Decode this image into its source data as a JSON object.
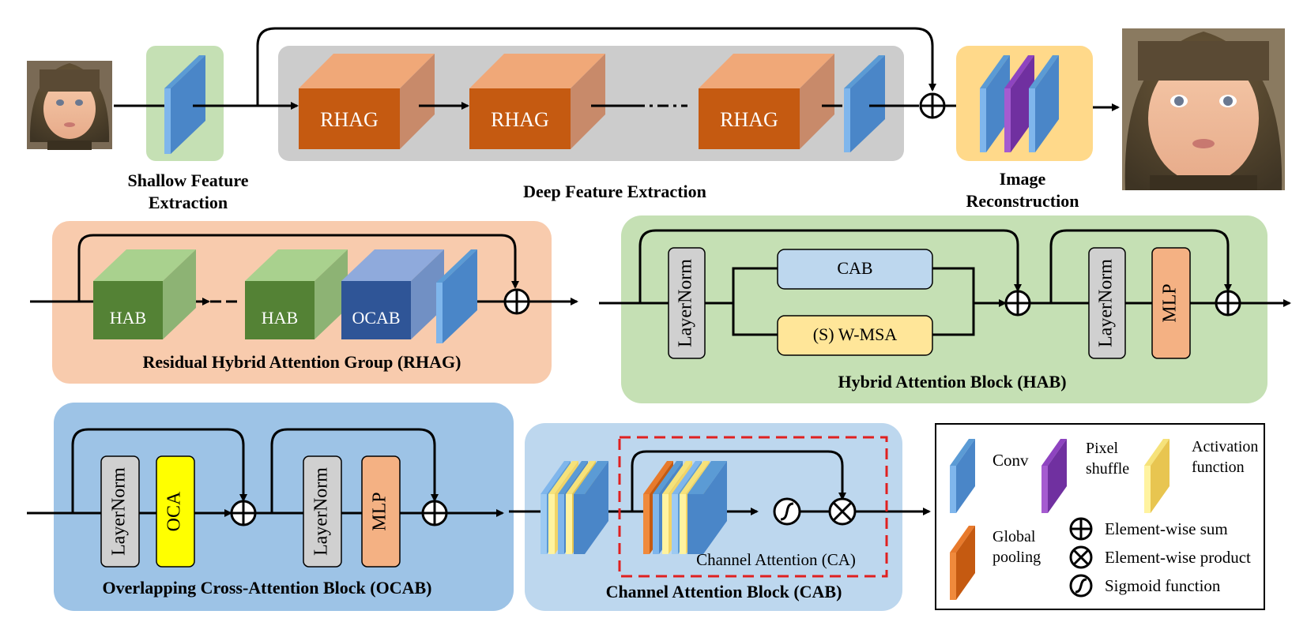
{
  "top": {
    "shallow_label_1": "Shallow Feature",
    "shallow_label_2": "Extraction",
    "deep_label": "Deep Feature Extraction",
    "recon_label_1": "Image",
    "recon_label_2": "Reconstruction",
    "rhag_block": "RHAG"
  },
  "rhag": {
    "title": "Residual Hybrid Attention Group (RHAG)",
    "hab": "HAB",
    "ocab": "OCAB"
  },
  "hab": {
    "title": "Hybrid Attention Block (HAB)",
    "layernorm": "LayerNorm",
    "cab": "CAB",
    "wmsa": "(S) W-MSA",
    "mlp": "MLP"
  },
  "ocab": {
    "title": "Overlapping Cross-Attention Block (OCAB)",
    "layernorm": "LayerNorm",
    "oca": "OCA",
    "mlp": "MLP"
  },
  "cab": {
    "title": "Channel Attention Block (CAB)",
    "ca_label": "Channel Attention (CA)"
  },
  "legend": {
    "conv": "Conv",
    "pixel_1": "Pixel",
    "pixel_2": "shuffle",
    "act_1": "Activation",
    "act_2": "function",
    "pool_1": "Global",
    "pool_2": "pooling",
    "sum": "Element-wise sum",
    "product": "Element-wise product",
    "sigmoid": "Sigmoid function"
  },
  "colors": {
    "conv": "#4a86c8",
    "pixel_shuffle": "#7030a0",
    "activation": "#f2d466",
    "pooling": "#c55a11",
    "rhag_block": "#c55a11",
    "hab_block": "#548235",
    "ocab_block": "#2f5597",
    "shallow_bg": "#c5e0b4",
    "deep_bg": "#cccccc",
    "recon_bg": "#ffd98a",
    "rhag_bg": "#f8cbad",
    "hab_bg": "#c5e0b4",
    "ocab_bg": "#9dc3e6",
    "cab_bg": "#bdd7ee",
    "ca_box": "#e02020"
  }
}
